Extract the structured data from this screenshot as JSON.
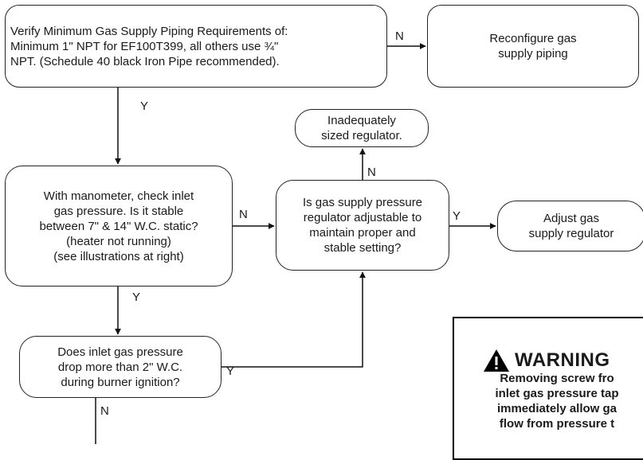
{
  "nodes": {
    "verify": "Verify Minimum Gas Supply Piping Requirements of:\nMinimum 1\" NPT for EF100T399, all others use  ¾\"\nNPT. (Schedule 40 black Iron Pipe recommended).",
    "reconfigure": "Reconfigure gas\nsupply piping",
    "inadequate": "Inadequately\nsized regulator.",
    "manometer": "With manometer, check inlet\ngas pressure. Is it stable\nbetween 7\" & 14\" W.C. static?\n(heater not running)\n(see illustrations at right)",
    "adjustable": "Is gas supply pressure\nregulator adjustable to\nmaintain proper and\nstable setting?",
    "adjust": "Adjust gas\nsupply regulator",
    "drop": "Does inlet gas pressure\ndrop more than 2\" W.C.\nduring burner ignition?"
  },
  "edge_labels": {
    "verify_no": "N",
    "verify_yes": "Y",
    "manometer_no": "N",
    "manometer_yes": "Y",
    "adjustable_no": "N",
    "adjustable_yes": "Y",
    "drop_yes": "Y",
    "drop_no": "N"
  },
  "warning": {
    "title": "WARNING",
    "body": "Removing screw fro\ninlet gas pressure tap\nimmediately allow ga\nflow from pressure t"
  }
}
